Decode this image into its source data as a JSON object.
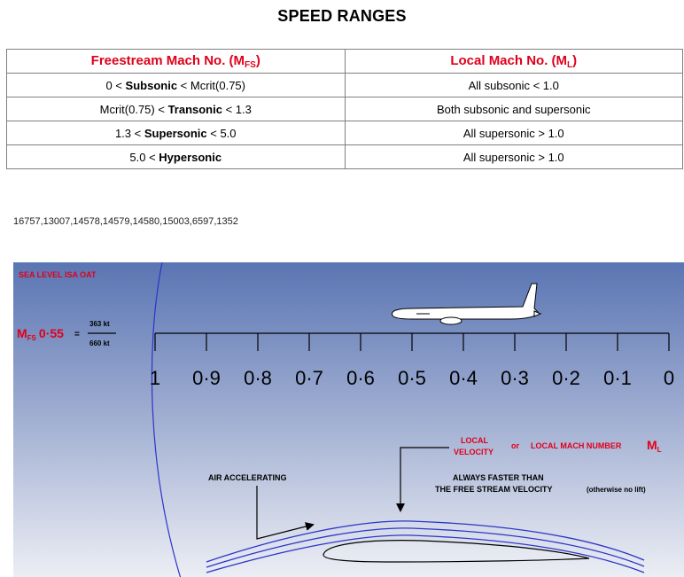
{
  "title": "SPEED RANGES",
  "table": {
    "headers": [
      {
        "main": "Freestream Mach No.  (M",
        "sub": "FS",
        "close": ")"
      },
      {
        "main": "Local Mach No.  (M",
        "sub": "L",
        "close": ")"
      }
    ],
    "rows": [
      {
        "pre": "0 < ",
        "bold": "Subsonic",
        "post": " < Mcrit(0.75)",
        "local": "All subsonic < 1.0"
      },
      {
        "pre": "Mcrit(0.75) < ",
        "bold": "Transonic",
        "post": " < 1.3",
        "local": "Both subsonic and supersonic"
      },
      {
        "pre": "1.3 < ",
        "bold": "Supersonic",
        "post": " < 5.0",
        "local": "All supersonic > 1.0"
      },
      {
        "pre": "5.0 < ",
        "bold": "Hypersonic",
        "post": "",
        "local": "All supersonic > 1.0"
      }
    ]
  },
  "codes": "16757,13007,14578,14579,14580,15003,6597,1352",
  "diagram": {
    "corner_label": "SEA LEVEL ISA OAT",
    "mfs_label": "M",
    "mfs_sub": "FS",
    "mfs_value": "0·55",
    "equals": "=",
    "numerator": "363 kt",
    "denominator": "660 kt",
    "scale_labels": [
      "1",
      "0·9",
      "0·8",
      "0·7",
      "0·6",
      "0·5",
      "0·4",
      "0·3",
      "0·2",
      "0·1",
      "0"
    ],
    "air_accelerating": "AIR ACCELERATING",
    "local_velocity_line1": "LOCAL",
    "local_velocity_line2": "VELOCITY",
    "or_text": "or",
    "local_mach_number": "LOCAL MACH NUMBER",
    "ml_label": "M",
    "ml_sub": "L",
    "faster_line1": "ALWAYS FASTER THAN",
    "faster_line2": "THE FREE STREAM VELOCITY",
    "no_lift": "(otherwise no lift)",
    "colors": {
      "sky_top": "#5a75b3",
      "sky_bottom": "#e8eaf2",
      "flow_lines": "#2b35c8",
      "accent_red": "#e0001b"
    }
  }
}
